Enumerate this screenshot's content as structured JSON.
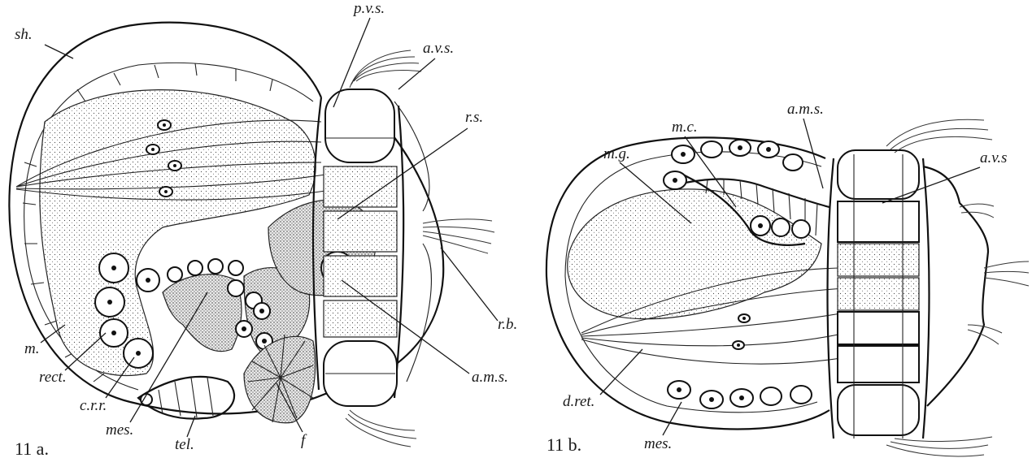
{
  "figure_a": {
    "number": "11 a.",
    "labels": {
      "sh": "sh.",
      "pvs": "p.v.s.",
      "avs": "a.v.s.",
      "rs": "r.s.",
      "rb": "r.b.",
      "ams": "a.m.s.",
      "m": "m.",
      "rect": "rect.",
      "crr": "c.r.r.",
      "mes": "mes.",
      "tel": "tel.",
      "f": "f"
    }
  },
  "figure_b": {
    "number": "11 b.",
    "labels": {
      "mg": "m.g.",
      "mc": "m.c.",
      "ams": "a.m.s.",
      "avs": "a.v.s",
      "dret": "d.ret.",
      "mes": "mes."
    }
  }
}
